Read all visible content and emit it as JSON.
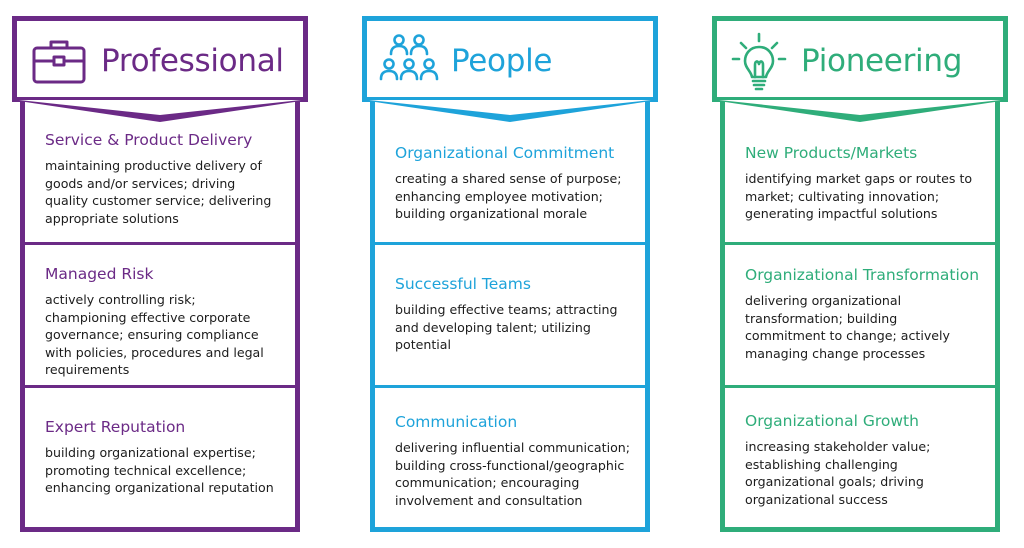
{
  "columns": [
    {
      "title": "Professional",
      "color": "#6b2a86",
      "icon": "briefcase-icon",
      "sections": [
        {
          "title": "Service & Product Delivery",
          "description": "maintaining productive delivery of goods and/or services; driving quality customer service; delivering appropriate solutions"
        },
        {
          "title": "Managed Risk",
          "description": "actively controlling risk; championing effective corporate governance; ensuring compliance with policies, procedures and legal requirements"
        },
        {
          "title": "Expert Reputation",
          "description": "building organizational expertise; promoting technical excellence; enhancing organizational reputation"
        }
      ]
    },
    {
      "title": "People",
      "color": "#1ea3da",
      "icon": "people-group-icon",
      "sections": [
        {
          "title": "Organizational Commitment",
          "description": "creating a shared sense of purpose; enhancing employee motivation; building organizational morale"
        },
        {
          "title": "Successful Teams",
          "description": "building effective teams; attracting and developing talent; utilizing potential"
        },
        {
          "title": "Communication",
          "description": "delivering influential communication; building cross-functional/geographic communication; encouraging involvement and consultation"
        }
      ]
    },
    {
      "title": "Pioneering",
      "color": "#2fad7a",
      "icon": "lightbulb-icon",
      "sections": [
        {
          "title": "New Products/Markets",
          "description": "identifying market gaps or routes to market; cultivating innovation; generating impactful solutions"
        },
        {
          "title": "Organizational Transformation",
          "description": "delivering organizational transformation; building commitment to change; actively managing change processes"
        },
        {
          "title": "Organizational Growth",
          "description": "increasing stakeholder value; establishing challenging organizational goals; driving organizational success"
        }
      ]
    }
  ]
}
